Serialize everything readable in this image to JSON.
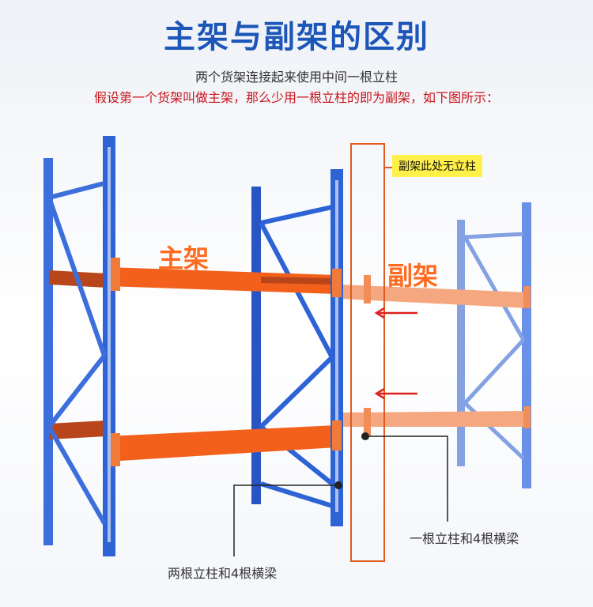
{
  "header": {
    "title": "主架与副架的区别",
    "line1": "两个货架连接起来使用中间一根立柱",
    "line2": "假设第一个货架叫做主架，那么少用一根立柱的即为副架，如下图所示："
  },
  "labels": {
    "main_rack": "主架",
    "sub_rack": "副架",
    "no_column_tag": "副架此处无立柱",
    "note_main": "两根立柱和4根横梁",
    "note_sub": "一根立柱和4根横梁"
  },
  "colors": {
    "title_blue": "#1c56b8",
    "rack_blue": "#2e63d6",
    "beam_orange": "#f2601c",
    "accent_red": "#c8161d",
    "tag_yellow": "#fff04a"
  }
}
